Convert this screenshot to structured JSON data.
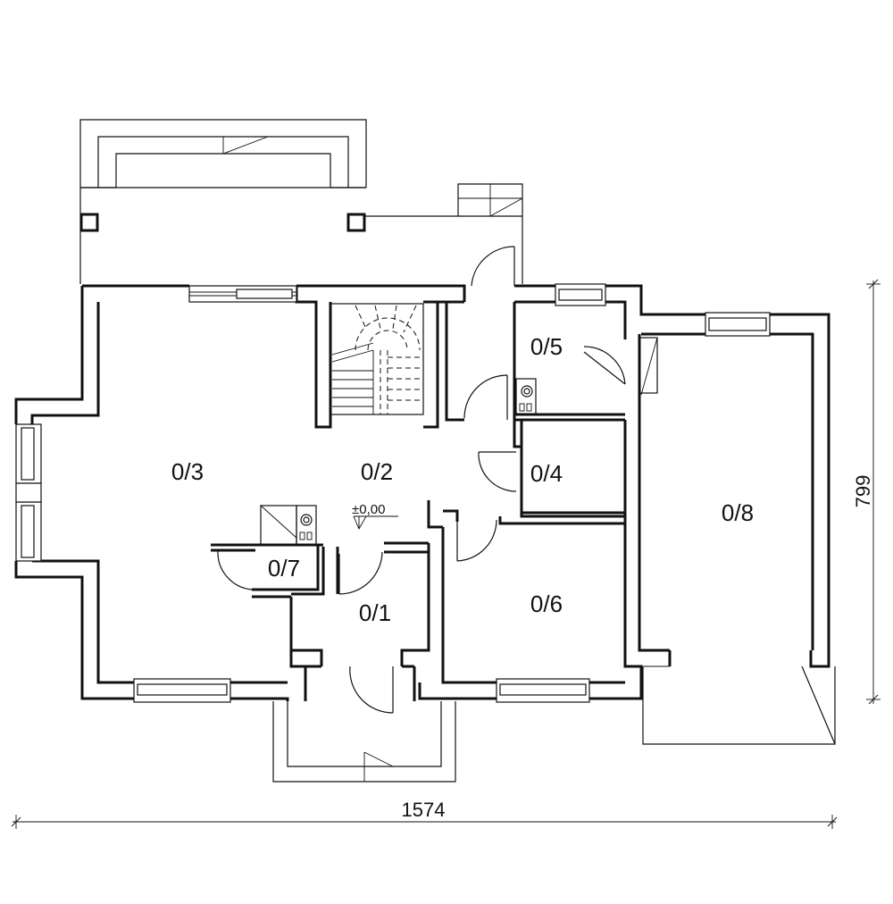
{
  "rooms": [
    {
      "id": "r01",
      "label": "0/1"
    },
    {
      "id": "r02",
      "label": "0/2"
    },
    {
      "id": "r03",
      "label": "0/3"
    },
    {
      "id": "r04",
      "label": "0/4"
    },
    {
      "id": "r05",
      "label": "0/5"
    },
    {
      "id": "r06",
      "label": "0/6"
    },
    {
      "id": "r07",
      "label": "0/7"
    },
    {
      "id": "r08",
      "label": "0/8"
    }
  ],
  "level_mark": "±0,00",
  "dimensions": {
    "width": "1574",
    "depth": "799"
  }
}
